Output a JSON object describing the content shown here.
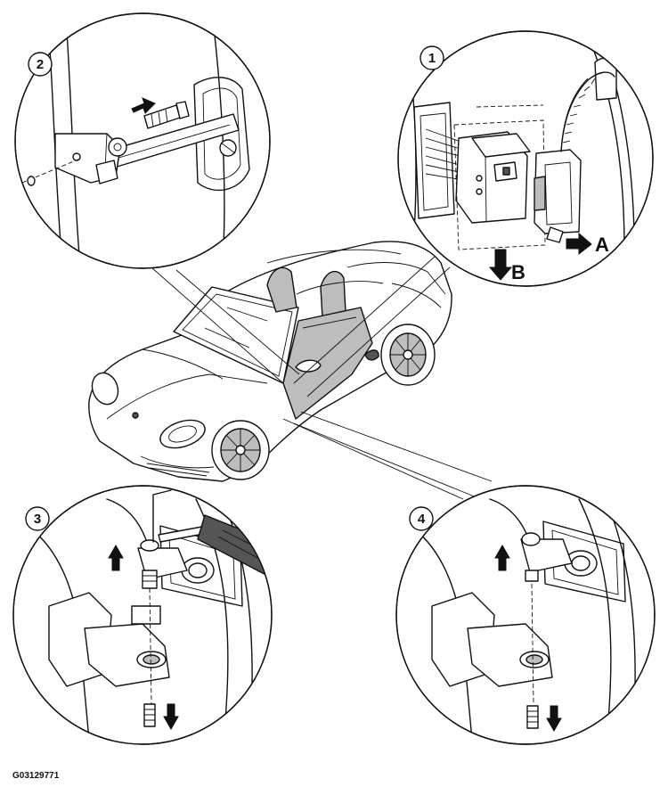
{
  "figure_code": "G03129771",
  "steps": [
    {
      "number": "1",
      "callouts": [
        "A",
        "B"
      ]
    },
    {
      "number": "2",
      "callouts": []
    },
    {
      "number": "3",
      "callouts": []
    },
    {
      "number": "4",
      "callouts": []
    }
  ]
}
